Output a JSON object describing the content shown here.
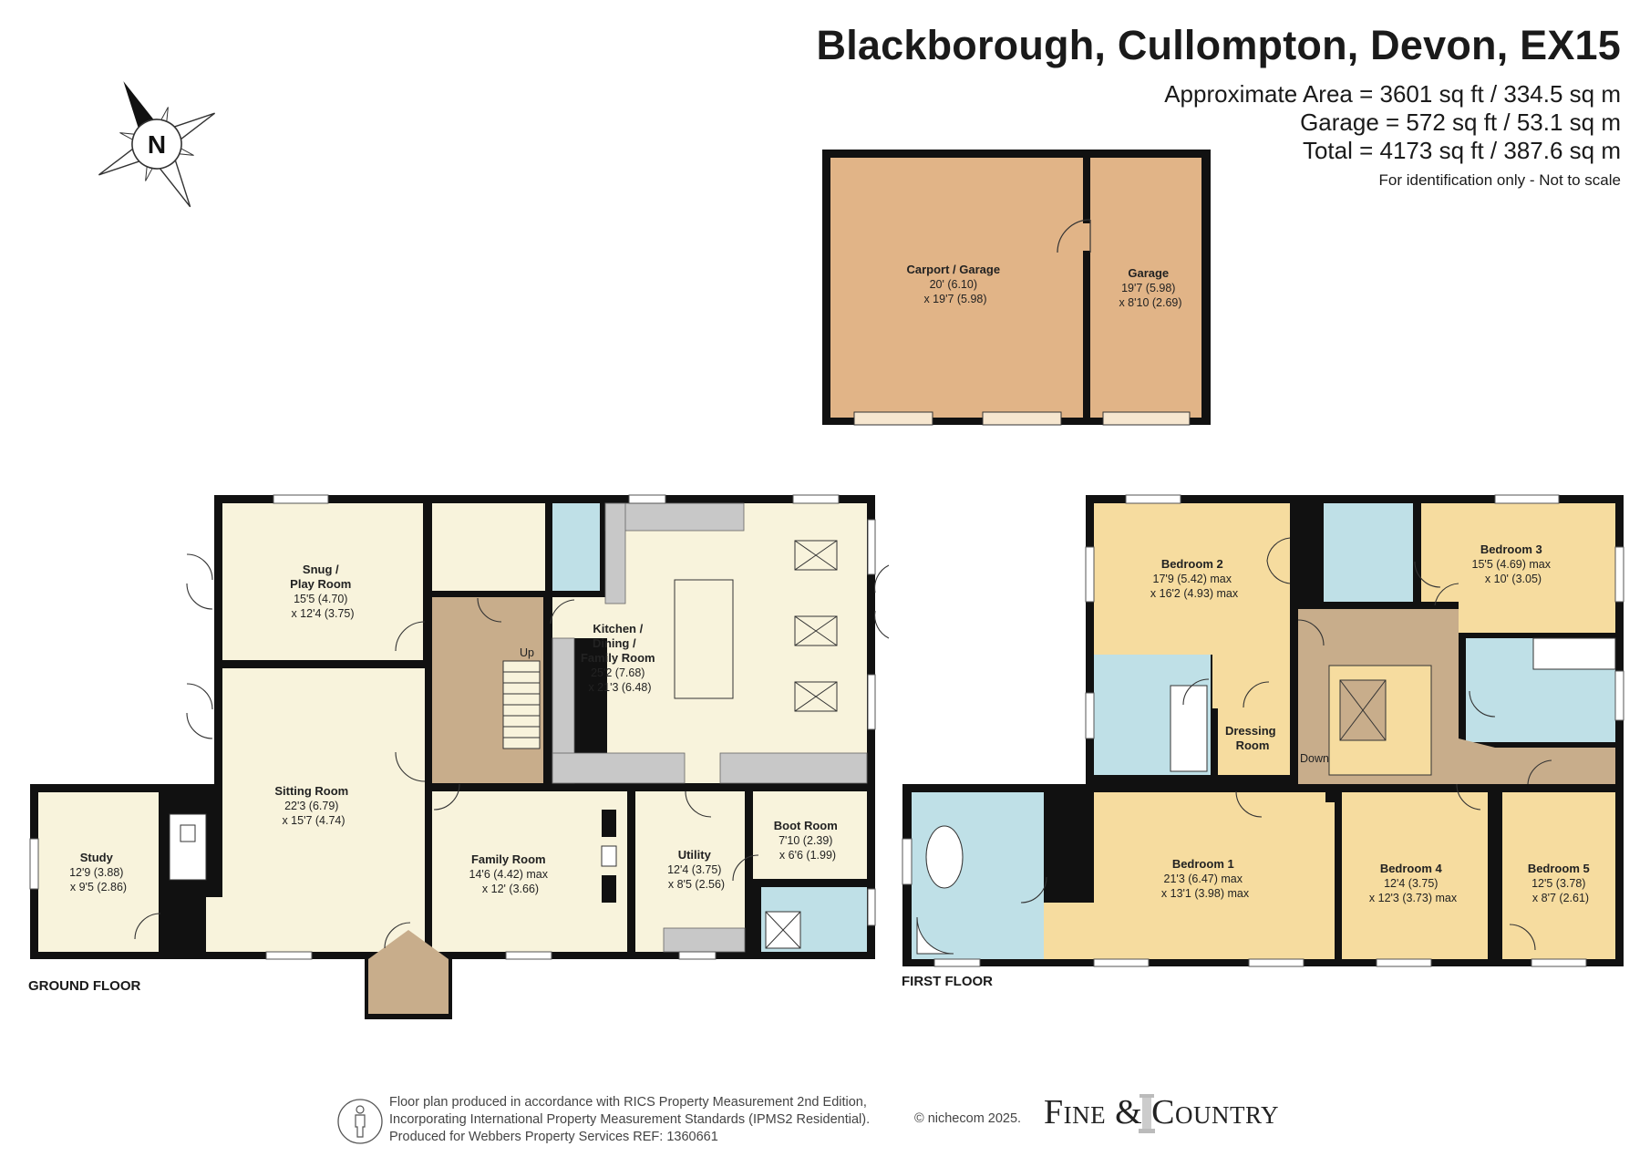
{
  "header": {
    "title": "Blackborough, Cullompton, Devon, EX15",
    "area_lines": [
      "Approximate Area = 3601 sq ft / 334.5 sq m",
      "Garage = 572 sq ft / 53.1 sq m",
      "Total = 4173 sq ft / 387.6 sq m"
    ],
    "note": "For identification only - Not to scale"
  },
  "compass": {
    "letter": "N",
    "icon": "compass-rose-icon"
  },
  "colors": {
    "room": "#f8f3dc",
    "bedroom": "#f6dc9f",
    "garage": "#e1b487",
    "wet_room": "#bfe0e7",
    "hall": "#c8ad8b",
    "wall": "#111111",
    "fitting": "#c8c8c8"
  },
  "garage_block": {
    "rooms": [
      {
        "name": "Carport / Garage",
        "dims": [
          "20' (6.10)",
          "x 19'7 (5.98)"
        ]
      },
      {
        "name": "Garage",
        "dims": [
          "19'7 (5.98)",
          "x 8'10 (2.69)"
        ]
      }
    ]
  },
  "ground_floor": {
    "label": "GROUND FLOOR",
    "stair_label": "Up",
    "rooms": [
      {
        "name": "Snug /",
        "name2": "Play Room",
        "dims": [
          "15'5 (4.70)",
          "x 12'4 (3.75)"
        ]
      },
      {
        "name": "Kitchen /",
        "name2": "Dining /",
        "name3": "Family Room",
        "dims": [
          "25'2 (7.68)",
          "x 21'3 (6.48)"
        ]
      },
      {
        "name": "Sitting Room",
        "dims": [
          "22'3 (6.79)",
          "x 15'7 (4.74)"
        ]
      },
      {
        "name": "Study",
        "dims": [
          "12'9 (3.88)",
          "x 9'5 (2.86)"
        ]
      },
      {
        "name": "Family Room",
        "dims": [
          "14'6 (4.42) max",
          "x 12' (3.66)"
        ]
      },
      {
        "name": "Utility",
        "dims": [
          "12'4 (3.75)",
          "x 8'5 (2.56)"
        ]
      },
      {
        "name": "Boot Room",
        "dims": [
          "7'10 (2.39)",
          "x 6'6 (1.99)"
        ]
      }
    ]
  },
  "first_floor": {
    "label": "FIRST FLOOR",
    "stair_label": "Down",
    "rooms": [
      {
        "name": "Bedroom 2",
        "dims": [
          "17'9 (5.42) max",
          "x 16'2 (4.93) max"
        ]
      },
      {
        "name": "Bedroom 3",
        "dims": [
          "15'5 (4.69) max",
          "x 10' (3.05)"
        ]
      },
      {
        "name": "Dressing",
        "name2": "Room"
      },
      {
        "name": "Bedroom 1",
        "dims": [
          "21'3 (6.47) max",
          "x 13'1 (3.98) max"
        ]
      },
      {
        "name": "Bedroom 4",
        "dims": [
          "12'4 (3.75)",
          "x 12'3 (3.73) max"
        ]
      },
      {
        "name": "Bedroom 5",
        "dims": [
          "12'5 (3.78)",
          "x 8'7 (2.61)"
        ]
      }
    ]
  },
  "footer": {
    "lines": [
      "Floor plan produced in accordance with RICS Property Measurement 2nd Edition,",
      "Incorporating International Property Measurement Standards (IPMS2 Residential).",
      "Produced for Webbers Property Services    REF: 1360661"
    ],
    "copyright": "© nichecom 2025.",
    "brand": "Fine & Country",
    "person_icon": "person-silhouette-icon"
  }
}
